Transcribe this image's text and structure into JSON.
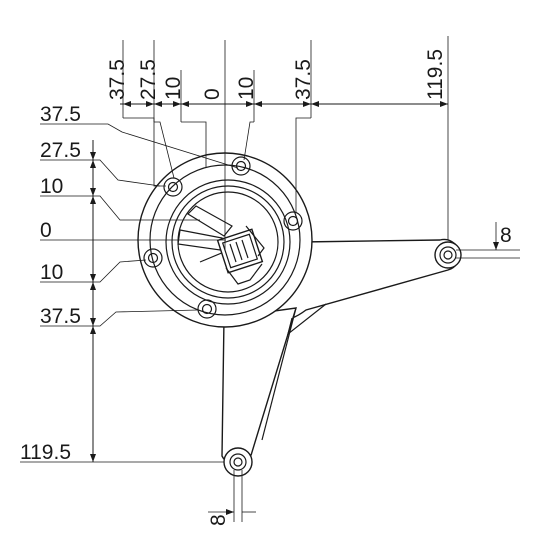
{
  "drawing": {
    "top_dimensions": {
      "d1": "37.5",
      "d2": "27.5",
      "d3": "10",
      "d4": "0",
      "d5": "10",
      "d6": "37.5",
      "d7": "119.5"
    },
    "left_dimensions": {
      "d1": "37.5",
      "d2": "27.5",
      "d3": "10",
      "d4": "0",
      "d5": "10",
      "d6": "37.5",
      "d7": "119.5"
    },
    "slot_widths": {
      "right": "8",
      "bottom": "8"
    }
  }
}
